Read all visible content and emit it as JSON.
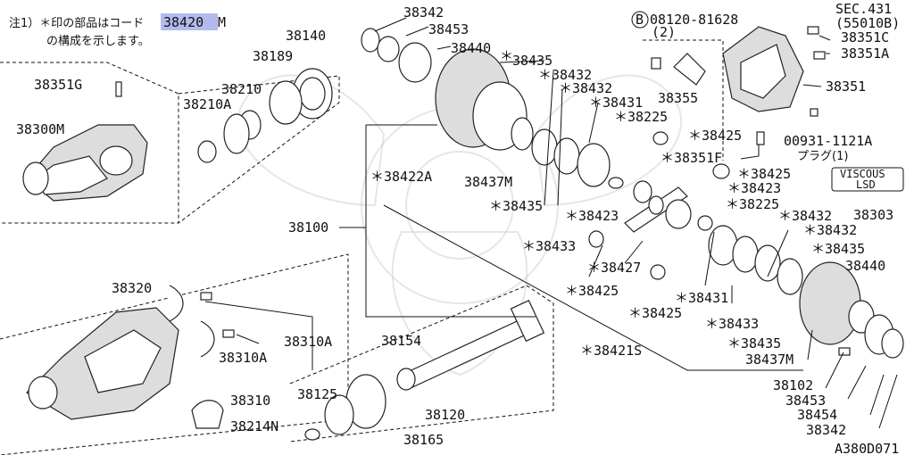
{
  "note": {
    "prefix": "注1）＊印の部品はコード",
    "code": "38420",
    "code_suffix": "M",
    "line2": "の構成を示します。"
  },
  "labels": {
    "l38342_top": "38342",
    "l38453_top": "38453",
    "l38440_top": "38440",
    "l38440_star": "＊",
    "l38435a": "38435",
    "l38432a": "＊38432",
    "l38432b": "＊38432",
    "l38431a": "＊38431",
    "l38225a": "＊38225",
    "l38425a": "＊38425",
    "l38351F": "＊38351F",
    "l38425b": "＊38425",
    "l38423a": "＊38423",
    "l38225b": "＊38225",
    "l38432c": "＊38432",
    "l38432d": "＊38432",
    "l38435b": "＊38435",
    "l38440r": "38440",
    "l38437M_a": "38437M",
    "l38435c": "＊38435",
    "l38423b": "＊38423",
    "l38433a": "＊38433",
    "l38422A": "＊38422A",
    "l38427": "＊38427",
    "l38425c": "＊38425",
    "l38425d": "＊38425",
    "l38431b": "＊38431",
    "l38433b": "＊38433",
    "l38435d": "＊38435",
    "l38437M_b": "38437M",
    "l38421S": "＊38421S",
    "l38102": "38102",
    "l38453_b": "38453",
    "l38454": "38454",
    "l38342_b": "38342",
    "l38140": "38140",
    "l38189": "38189",
    "l38210": "38210",
    "l38210A": "38210A",
    "l38351G": "38351G",
    "l38300M": "38300M",
    "l38100": "38100",
    "l38320": "38320",
    "l38310A_a": "38310A",
    "l38310A_b": "38310A",
    "l38310": "38310",
    "l38214N": "38214N",
    "l38154": "38154",
    "l38125": "38125",
    "l38120": "38120",
    "l38165": "38165",
    "l08120_B": "B",
    "l08120": "08120-81628",
    "l08120_qty": "(2)",
    "l38355": "38355",
    "lSEC": "SEC.431",
    "l55010B": "(55010B)",
    "l38351C": "38351C",
    "l38351A": "38351A",
    "l38351": "38351",
    "l00931": "00931-1121A",
    "l_plug": "プラグ(1)",
    "viscous1": "VISCOUS",
    "viscous2": "LSD",
    "l38303": "38303",
    "figcode": "A380D071"
  },
  "colors": {
    "highlight": "#9aa4e6",
    "ink": "#111111"
  }
}
